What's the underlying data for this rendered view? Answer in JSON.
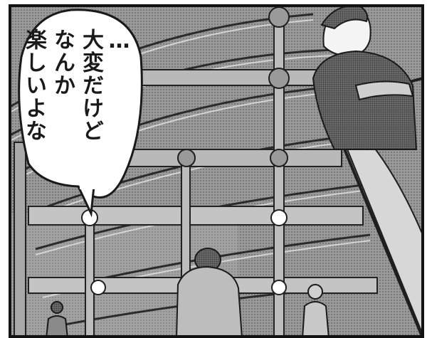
{
  "speech_bubble": {
    "lines": [
      "…",
      "大変だけど",
      "なんか",
      "楽しいよな"
    ]
  },
  "colors": {
    "ink": "#1a1a1a",
    "screentone": "#8f8f8f",
    "light_tone": "#c9c9c9",
    "paper": "#ffffff"
  }
}
